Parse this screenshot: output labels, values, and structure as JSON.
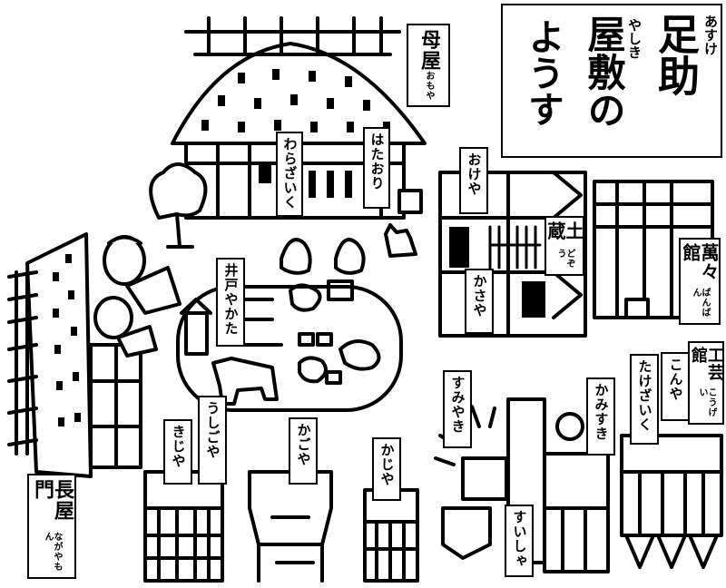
{
  "title": {
    "line1": "足助",
    "line2": "屋敷の",
    "line3": "ようす",
    "ruby_a": "あすけ",
    "ruby_b": "やしき"
  },
  "buildings": {
    "omoya": "母屋",
    "omoya_ruby": "おもや",
    "warazaiku": "わらざいく",
    "hataori": "はたおり",
    "okeya": "おけや",
    "dozou": "土蔵",
    "dozou_ruby": "どぞう",
    "kasaya": "かさや",
    "banbankan": "萬々館",
    "banbankan_ruby": "ばんばん",
    "idoyakata": "井戸やかた",
    "nagayamon": "長屋門",
    "nagayamon_ruby": "ながやもん",
    "kijiya": "きじや",
    "ushigoya": "うしごや",
    "kagoya": "かごや",
    "kajiya": "かじや",
    "sumiyaki": "すみやき",
    "kamisuki": "かみすき",
    "suishiya": "すいしゃ",
    "takezaiku": "たけざいく",
    "konya": "こんや",
    "kougeikan": "工芸館",
    "kougeikan_ruby": "こうげい"
  }
}
